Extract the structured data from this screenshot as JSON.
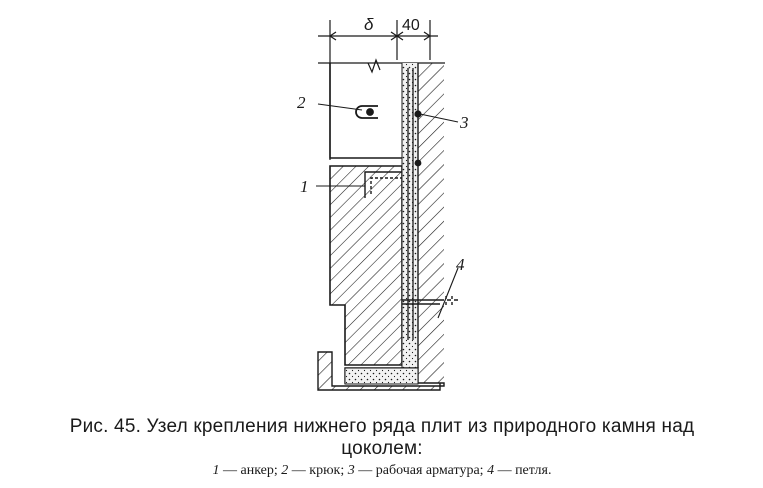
{
  "figure": {
    "dimensions": {
      "left": "δ",
      "right": "40"
    },
    "callouts": [
      {
        "num": "1",
        "text": "анкер"
      },
      {
        "num": "2",
        "text": "крюк"
      },
      {
        "num": "3",
        "text": "рабочая арматура"
      },
      {
        "num": "4",
        "text": "петля"
      }
    ],
    "caption_line1": "Рис. 45. Узел крепления нижнего ряда плит из природного камня над",
    "caption_line2": "цоколем:",
    "legend_sep": " — ",
    "colors": {
      "ink": "#1a1a1a",
      "paper": "#ffffff",
      "mortar": "#f2f2f2"
    }
  }
}
